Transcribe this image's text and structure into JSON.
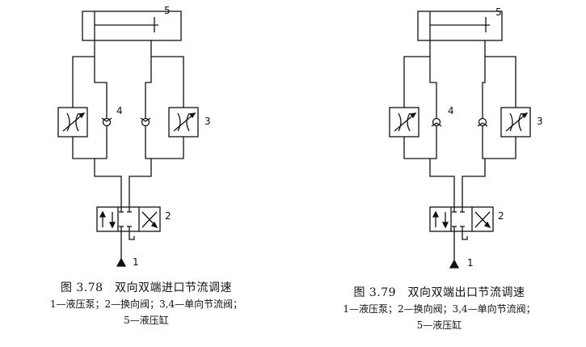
{
  "figures": [
    {
      "id": "fig-378",
      "labels": {
        "cylinder": "5",
        "valve_left": "4",
        "valve_right": "3",
        "reversing_valve": "2",
        "pump": "1"
      },
      "title": "图 3.78　双向双端进口节流调速",
      "legend_line1": "1—液压泵；2—换向阀；3,4—单向节流阀；",
      "legend_line2": "5—液压缸"
    },
    {
      "id": "fig-379",
      "labels": {
        "cylinder": "5",
        "valve_left": "4",
        "valve_right": "3",
        "reversing_valve": "2",
        "pump": "1"
      },
      "title": "图 3.79　双向双端出口节流调速",
      "legend_line1": "1—液压泵；2—换向阀；3,4—单向节流阀；",
      "legend_line2": "5—液压缸"
    }
  ]
}
